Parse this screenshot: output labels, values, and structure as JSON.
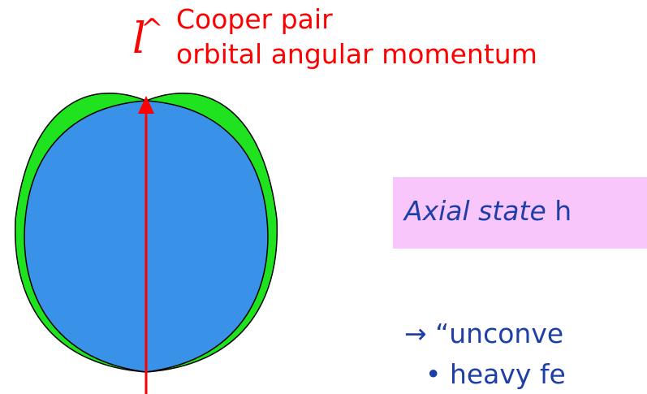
{
  "lhat": {
    "symbol": "l",
    "hat": "^"
  },
  "annotation": {
    "line1": "Cooper pair",
    "line2": "orbital angular momentum"
  },
  "axial": {
    "italic": "Axial state",
    "rest": " h"
  },
  "text_lines": {
    "arrow": "→ “unconve",
    "bullet": "• heavy fe"
  },
  "colors": {
    "shell": "#1fe31f",
    "core": "#3a92e8",
    "axis": "#ff0000",
    "box": "#f9c6fb",
    "text": "#1f3fa8"
  }
}
